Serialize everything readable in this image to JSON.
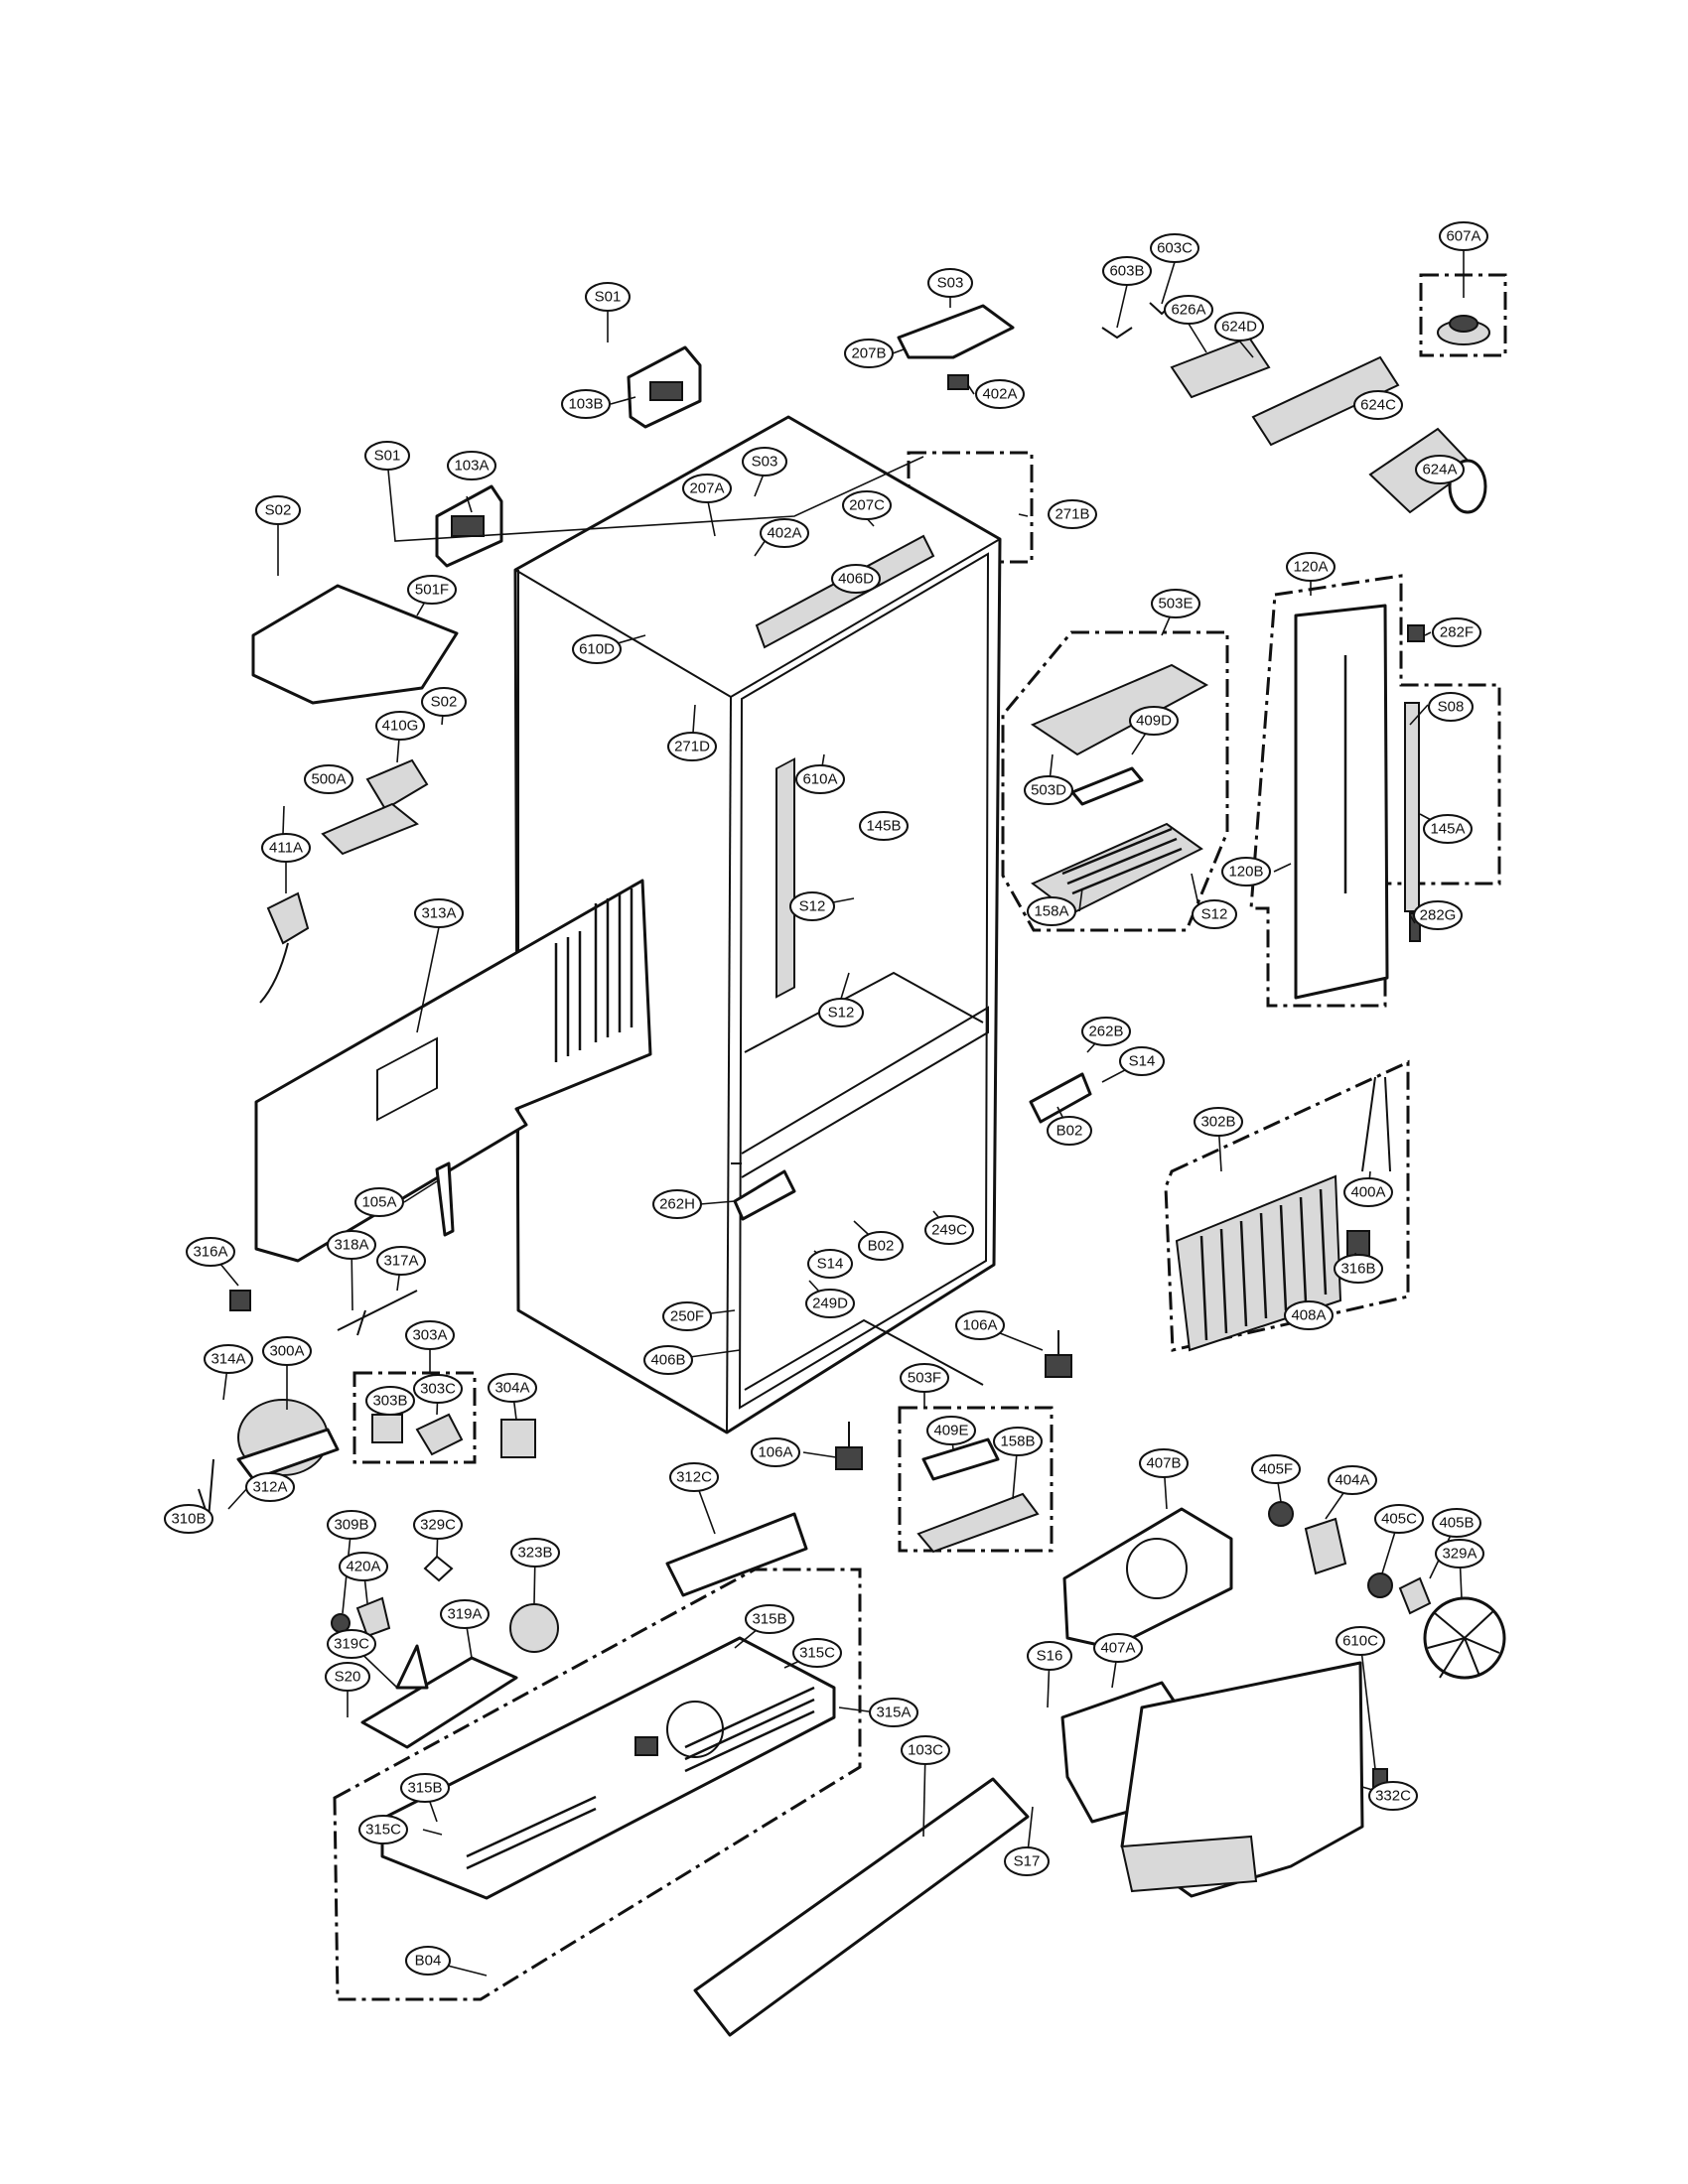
{
  "labels": [
    {
      "id": "c-607A",
      "text": "607A"
    },
    {
      "id": "c-S03-top",
      "text": "S03"
    },
    {
      "id": "c-603B",
      "text": "603B"
    },
    {
      "id": "c-603C",
      "text": "603C"
    },
    {
      "id": "c-S01-top",
      "text": "S01"
    },
    {
      "id": "c-207B",
      "text": "207B"
    },
    {
      "id": "c-626A",
      "text": "626A"
    },
    {
      "id": "c-624D",
      "text": "624D"
    },
    {
      "id": "c-402A-top",
      "text": "402A"
    },
    {
      "id": "c-103B",
      "text": "103B"
    },
    {
      "id": "c-624C",
      "text": "624C"
    },
    {
      "id": "c-S01",
      "text": "S01"
    },
    {
      "id": "c-103A",
      "text": "103A"
    },
    {
      "id": "c-S03",
      "text": "S03"
    },
    {
      "id": "c-624A",
      "text": "624A"
    },
    {
      "id": "c-207A",
      "text": "207A"
    },
    {
      "id": "c-S02-top",
      "text": "S02"
    },
    {
      "id": "c-207C",
      "text": "207C"
    },
    {
      "id": "c-271B",
      "text": "271B"
    },
    {
      "id": "c-402A",
      "text": "402A"
    },
    {
      "id": "c-120A",
      "text": "120A"
    },
    {
      "id": "c-501F",
      "text": "501F"
    },
    {
      "id": "c-406D",
      "text": "406D"
    },
    {
      "id": "c-503E",
      "text": "503E"
    },
    {
      "id": "c-282F",
      "text": "282F"
    },
    {
      "id": "c-610D",
      "text": "610D"
    },
    {
      "id": "c-S02",
      "text": "S02"
    },
    {
      "id": "c-410G",
      "text": "410G"
    },
    {
      "id": "c-S08",
      "text": "S08"
    },
    {
      "id": "c-271D",
      "text": "271D"
    },
    {
      "id": "c-409D",
      "text": "409D"
    },
    {
      "id": "c-500A",
      "text": "500A"
    },
    {
      "id": "c-610A",
      "text": "610A"
    },
    {
      "id": "c-503D",
      "text": "503D"
    },
    {
      "id": "c-145B",
      "text": "145B"
    },
    {
      "id": "c-145A",
      "text": "145A"
    },
    {
      "id": "c-411A",
      "text": "411A"
    },
    {
      "id": "c-120B",
      "text": "120B"
    },
    {
      "id": "c-313A",
      "text": "313A"
    },
    {
      "id": "c-S12-a",
      "text": "S12"
    },
    {
      "id": "c-158A",
      "text": "158A"
    },
    {
      "id": "c-S12-b",
      "text": "S12"
    },
    {
      "id": "c-282G",
      "text": "282G"
    },
    {
      "id": "c-S12-c",
      "text": "S12"
    },
    {
      "id": "c-262B",
      "text": "262B"
    },
    {
      "id": "c-S14-right",
      "text": "S14"
    },
    {
      "id": "c-B02-right",
      "text": "B02"
    },
    {
      "id": "c-302B",
      "text": "302B"
    },
    {
      "id": "c-105A",
      "text": "105A"
    },
    {
      "id": "c-262H",
      "text": "262H"
    },
    {
      "id": "c-400A",
      "text": "400A"
    },
    {
      "id": "c-249C",
      "text": "249C"
    },
    {
      "id": "c-316A",
      "text": "316A"
    },
    {
      "id": "c-318A",
      "text": "318A"
    },
    {
      "id": "c-B02",
      "text": "B02"
    },
    {
      "id": "c-317A",
      "text": "317A"
    },
    {
      "id": "c-S14",
      "text": "S14"
    },
    {
      "id": "c-316B",
      "text": "316B"
    },
    {
      "id": "c-249D",
      "text": "249D"
    },
    {
      "id": "c-250F",
      "text": "250F"
    },
    {
      "id": "c-408A",
      "text": "408A"
    },
    {
      "id": "c-303A",
      "text": "303A"
    },
    {
      "id": "c-106A-right",
      "text": "106A"
    },
    {
      "id": "c-406B",
      "text": "406B"
    },
    {
      "id": "c-314A",
      "text": "314A"
    },
    {
      "id": "c-300A",
      "text": "300A"
    },
    {
      "id": "c-303C",
      "text": "303C"
    },
    {
      "id": "c-304A",
      "text": "304A"
    },
    {
      "id": "c-503F",
      "text": "503F"
    },
    {
      "id": "c-303B",
      "text": "303B"
    },
    {
      "id": "c-409E",
      "text": "409E"
    },
    {
      "id": "c-158B",
      "text": "158B"
    },
    {
      "id": "c-106A",
      "text": "106A"
    },
    {
      "id": "c-407B",
      "text": "407B"
    },
    {
      "id": "c-312C",
      "text": "312C"
    },
    {
      "id": "c-405F",
      "text": "405F"
    },
    {
      "id": "c-312A",
      "text": "312A"
    },
    {
      "id": "c-404A",
      "text": "404A"
    },
    {
      "id": "c-310B",
      "text": "310B"
    },
    {
      "id": "c-309B",
      "text": "309B"
    },
    {
      "id": "c-329C",
      "text": "329C"
    },
    {
      "id": "c-405C",
      "text": "405C"
    },
    {
      "id": "c-405B",
      "text": "405B"
    },
    {
      "id": "c-323B",
      "text": "323B"
    },
    {
      "id": "c-420A",
      "text": "420A"
    },
    {
      "id": "c-329A",
      "text": "329A"
    },
    {
      "id": "c-319A",
      "text": "319A"
    },
    {
      "id": "c-315B-top",
      "text": "315B"
    },
    {
      "id": "c-S16",
      "text": "S16"
    },
    {
      "id": "c-407A",
      "text": "407A"
    },
    {
      "id": "c-610C",
      "text": "610C"
    },
    {
      "id": "c-319C",
      "text": "319C"
    },
    {
      "id": "c-315C-top",
      "text": "315C"
    },
    {
      "id": "c-S20",
      "text": "S20"
    },
    {
      "id": "c-315A",
      "text": "315A"
    },
    {
      "id": "c-103C",
      "text": "103C"
    },
    {
      "id": "c-315B",
      "text": "315B"
    },
    {
      "id": "c-332C",
      "text": "332C"
    },
    {
      "id": "c-315C",
      "text": "315C"
    },
    {
      "id": "c-S17",
      "text": "S17"
    },
    {
      "id": "c-B04",
      "text": "B04"
    }
  ]
}
